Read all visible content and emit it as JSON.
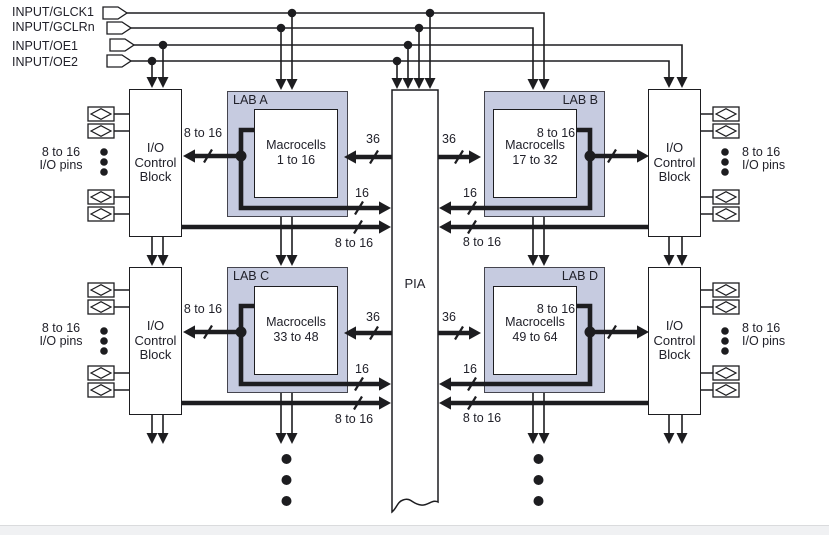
{
  "inputs": [
    {
      "label": "INPUT/GLCK1"
    },
    {
      "label": "INPUT/GCLRn"
    },
    {
      "label": "INPUT/OE1"
    },
    {
      "label": "INPUT/OE2"
    }
  ],
  "labs": [
    {
      "name": "LAB A",
      "macro_line1": "Macrocells",
      "macro_line2": "1 to 16"
    },
    {
      "name": "LAB B",
      "macro_line1": "Macrocells",
      "macro_line2": "17 to 32"
    },
    {
      "name": "LAB C",
      "macro_line1": "Macrocells",
      "macro_line2": "33 to 48"
    },
    {
      "name": "LAB D",
      "macro_line1": "Macrocells",
      "macro_line2": "49 to 64"
    }
  ],
  "io_block": {
    "line1": "I/O",
    "line2": "Control",
    "line3": "Block"
  },
  "pia": {
    "label": "PIA"
  },
  "buses": {
    "width_8_16": "8 to 16",
    "width_36": "36",
    "width_16": "16"
  },
  "io_pins": {
    "line1": "8 to 16",
    "line2": "I/O pins"
  },
  "colors": {
    "lab_fill": "#c6cbe0",
    "line": "#1d1d20",
    "footer_bg": "#f0f1f3"
  }
}
